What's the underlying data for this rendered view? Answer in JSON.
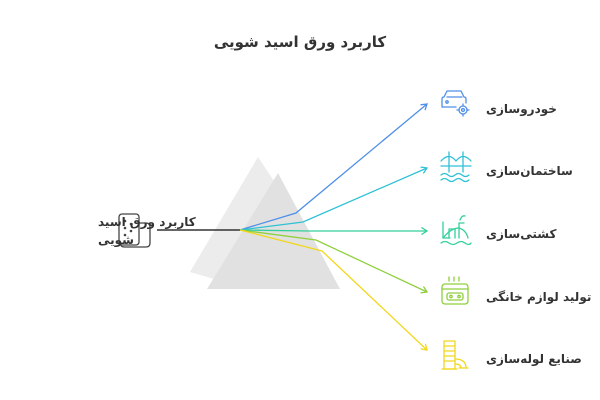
{
  "title": "کاربرد ورق اسید شویی",
  "source": {
    "label_line1": "کاربرد ورق اسید",
    "label_line2": "شویی",
    "icon": "steel-roll-icon"
  },
  "applications": [
    {
      "label": "خودروسازی",
      "icon": "car-gear-icon",
      "color": "#4f8fe8"
    },
    {
      "label": "ساختمان‌سازی",
      "icon": "bridge-icon",
      "color": "#2fc1d6"
    },
    {
      "label": "کشتی‌سازی",
      "icon": "ship-icon",
      "color": "#34cf9a"
    },
    {
      "label": "تولید لوازم خانگی",
      "icon": "stove-icon",
      "color": "#8fcf3c"
    },
    {
      "label": "صنایع لوله‌سازی",
      "icon": "pipe-icon",
      "color": "#f2d71f"
    }
  ]
}
